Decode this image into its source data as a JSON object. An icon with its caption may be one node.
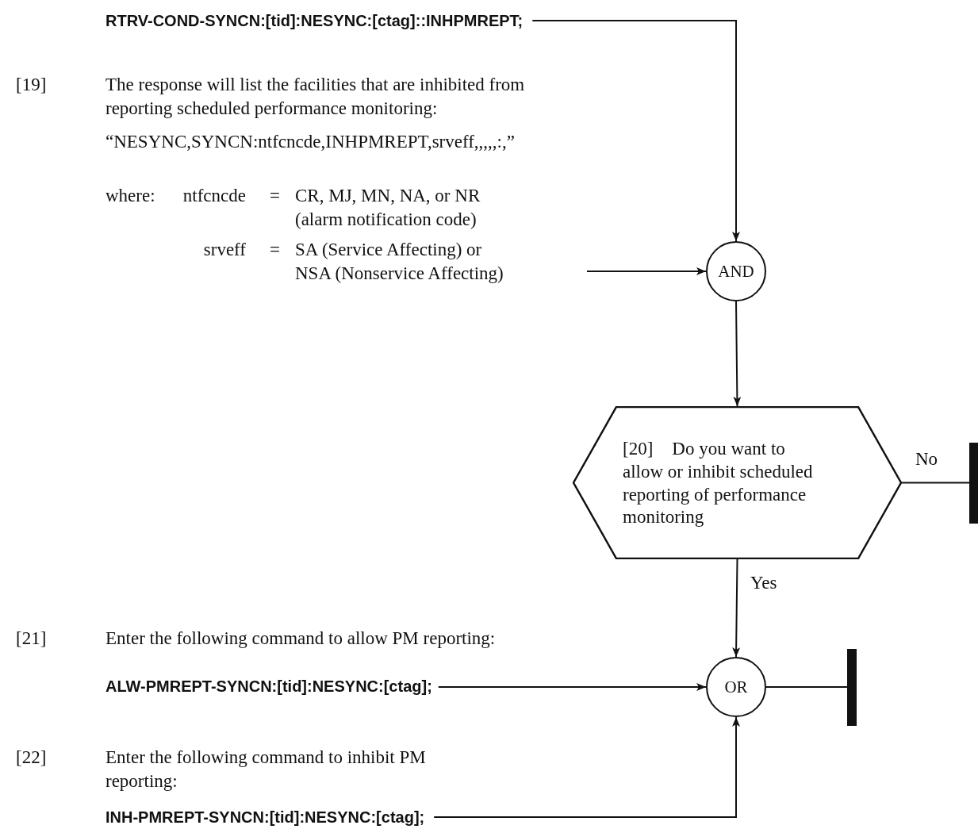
{
  "diagram": {
    "nodes": [
      {
        "text": [
          "RTRV-COND-SYNCN:[tid]:NESYNC:[ctag]::INHPMREPT;"
        ]
      },
      {
        "text": [
          "[19]",
          "The response will list the facilities that are inhibited from reporting scheduled performance monitoring:",
          "“NESYNC,SYNCN:ntfcncde,INHPMREPT,srveff,,,,,:,”",
          "where:",
          "ntfcncde",
          "=",
          "CR, MJ, MN, NA, or NR (alarm notification code)",
          "srveff",
          "=",
          "SA (Service Affecting) or NSA (Nonservice Affecting)"
        ]
      },
      {
        "text": [
          "AND"
        ]
      },
      {
        "text": [
          "[20]",
          "Do you want to allow or inhibit scheduled reporting of performance monitoring"
        ]
      },
      {
        "text": [],
        "shape": "bar"
      },
      {
        "text": [
          "ALW-PMREPT-SYNCN:[tid]:NESYNC:[ctag];"
        ]
      },
      {
        "text": [
          "OR"
        ]
      },
      {
        "text": [],
        "shape": "bar"
      },
      {
        "text": [
          "INH-PMREPT-SYNCN:[tid]:NESYNC:[ctag];"
        ]
      }
    ],
    "edges": [
      {
        "from": 0,
        "to": 2,
        "arrow": "to"
      },
      {
        "from": 1,
        "to": 2,
        "arrow": "to"
      },
      {
        "from": 2,
        "to": 3,
        "arrow": "to"
      },
      {
        "from": 3,
        "to": 4,
        "arrow": "none",
        "label": "No"
      },
      {
        "from": 3,
        "to": 6,
        "arrow": "to",
        "label": "Yes"
      },
      {
        "from": 5,
        "to": 6,
        "arrow": "to"
      },
      {
        "from": 8,
        "to": 6,
        "arrow": "to"
      },
      {
        "from": 6,
        "to": 7,
        "arrow": "none"
      }
    ],
    "labels": [
      "[21]",
      "Enter the following command to allow PM reporting:",
      "[22]",
      "Enter the following command to inhibit PM reporting:"
    ]
  }
}
